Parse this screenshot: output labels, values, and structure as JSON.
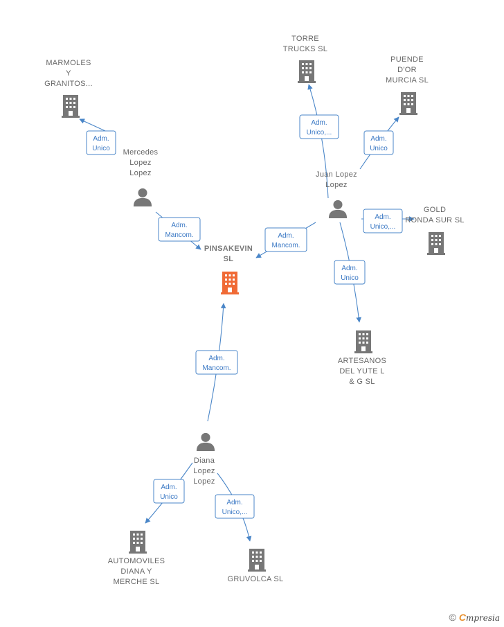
{
  "colors": {
    "edge": "#4a86c8",
    "company": "#777777",
    "center": "#f06a35",
    "person": "#777777"
  },
  "nodes": [
    {
      "id": "pinsakevin",
      "kind": "company-center",
      "icon": "building-icon",
      "label": [
        "PINSAKEVIN",
        "SL"
      ]
    },
    {
      "id": "marmoles",
      "kind": "company",
      "icon": "building-icon",
      "label": [
        "MARMOLES",
        "Y",
        "GRANITOS..."
      ]
    },
    {
      "id": "torre",
      "kind": "company",
      "icon": "building-icon",
      "label": [
        "TORRE",
        "TRUCKS  SL"
      ]
    },
    {
      "id": "puende",
      "kind": "company",
      "icon": "building-icon",
      "label": [
        "PUENDE",
        "D'OR",
        "MURCIA SL"
      ]
    },
    {
      "id": "gold",
      "kind": "company",
      "icon": "building-icon",
      "label": [
        "GOLD",
        "RONDA SUR SL"
      ]
    },
    {
      "id": "artesanos",
      "kind": "company",
      "icon": "building-icon",
      "label": [
        "ARTESANOS",
        "DEL YUTE L",
        "& G  SL"
      ]
    },
    {
      "id": "automoviles",
      "kind": "company",
      "icon": "building-icon",
      "label": [
        "AUTOMOVILES",
        "DIANA Y",
        "MERCHE SL"
      ]
    },
    {
      "id": "gruvolca",
      "kind": "company",
      "icon": "building-icon",
      "label": [
        "GRUVOLCA  SL"
      ]
    },
    {
      "id": "mercedes",
      "kind": "person",
      "icon": "person-icon",
      "label": [
        "Mercedes",
        "Lopez",
        "Lopez"
      ]
    },
    {
      "id": "juan",
      "kind": "person",
      "icon": "person-icon",
      "label": [
        "Juan Lopez",
        "Lopez"
      ]
    },
    {
      "id": "diana",
      "kind": "person",
      "icon": "person-icon",
      "label": [
        "Diana",
        "Lopez",
        "Lopez"
      ]
    }
  ],
  "relations": [
    {
      "from": "mercedes",
      "to": "marmoles",
      "label": [
        "Adm.",
        "Unico"
      ]
    },
    {
      "from": "mercedes",
      "to": "pinsakevin",
      "label": [
        "Adm.",
        "Mancom."
      ]
    },
    {
      "from": "juan",
      "to": "pinsakevin",
      "label": [
        "Adm.",
        "Mancom."
      ]
    },
    {
      "from": "juan",
      "to": "torre",
      "label": [
        "Adm.",
        "Unico,..."
      ]
    },
    {
      "from": "juan",
      "to": "puende",
      "label": [
        "Adm.",
        "Unico"
      ]
    },
    {
      "from": "juan",
      "to": "gold",
      "label": [
        "Adm.",
        "Unico,..."
      ]
    },
    {
      "from": "juan",
      "to": "artesanos",
      "label": [
        "Adm.",
        "Unico"
      ]
    },
    {
      "from": "diana",
      "to": "pinsakevin",
      "label": [
        "Adm.",
        "Mancom."
      ]
    },
    {
      "from": "diana",
      "to": "automoviles",
      "label": [
        "Adm.",
        "Unico"
      ]
    },
    {
      "from": "diana",
      "to": "gruvolca",
      "label": [
        "Adm.",
        "Unico,..."
      ]
    }
  ],
  "footer": {
    "copyright": "©",
    "brand_initial": "C",
    "brand_rest": "mpresia"
  }
}
